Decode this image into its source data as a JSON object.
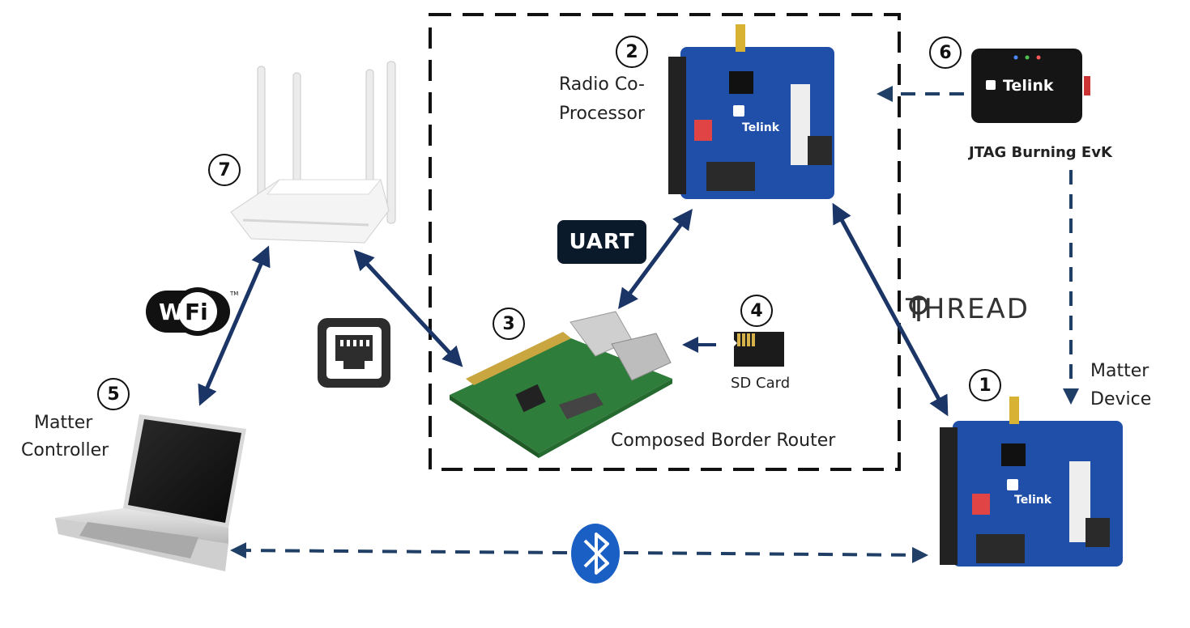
{
  "labels": {
    "rcp": "Radio Co-\nProcessor",
    "rcp_line1": "Radio Co-",
    "rcp_line2": "Processor",
    "jtag": "JTAG Burning EvK",
    "uart": "UART",
    "thread": "THREAD",
    "sd_card": "SD Card",
    "composed_border_router": "Composed Border Router",
    "matter_device_line1": "Matter",
    "matter_device_line2": "Device",
    "matter_controller_line1": "Matter",
    "matter_controller_line2": "Controller",
    "wifi_wi": "Wi",
    "wifi_fi": "Fi",
    "wifi_tm": "TM",
    "telink_brand": "Telink"
  },
  "numbers": {
    "n1": "1",
    "n2": "2",
    "n3": "3",
    "n4": "4",
    "n5": "5",
    "n6": "6",
    "n7": "7"
  },
  "colors": {
    "arrow": "#1a3566",
    "dashed_arrow": "#1f3f66",
    "board_blue": "#1f4fa8",
    "bluetooth": "#1a5fc4"
  }
}
